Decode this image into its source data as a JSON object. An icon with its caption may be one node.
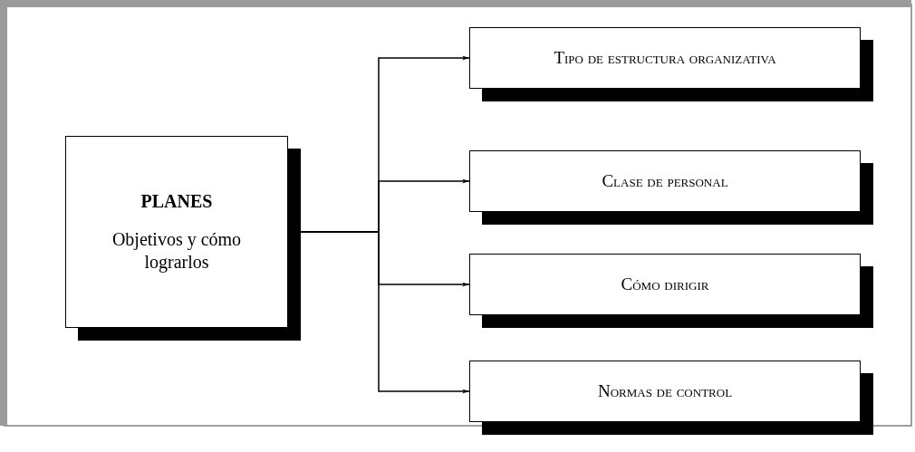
{
  "diagram": {
    "nodes": [
      {
        "text": [
          "PLANES",
          "Objetivos y cómo lograrlos"
        ]
      },
      {
        "text": [
          "Tipo de estructura organizativa"
        ]
      },
      {
        "text": [
          "Clase de personal"
        ]
      },
      {
        "text": [
          "Cómo dirigir"
        ]
      },
      {
        "text": [
          "Normas de control"
        ]
      }
    ],
    "edges": [
      {
        "from": 0,
        "to": 1,
        "arrow": "to"
      },
      {
        "from": 0,
        "to": 2,
        "arrow": "to"
      },
      {
        "from": 0,
        "to": 3,
        "arrow": "to"
      },
      {
        "from": 0,
        "to": 4,
        "arrow": "to"
      }
    ]
  }
}
